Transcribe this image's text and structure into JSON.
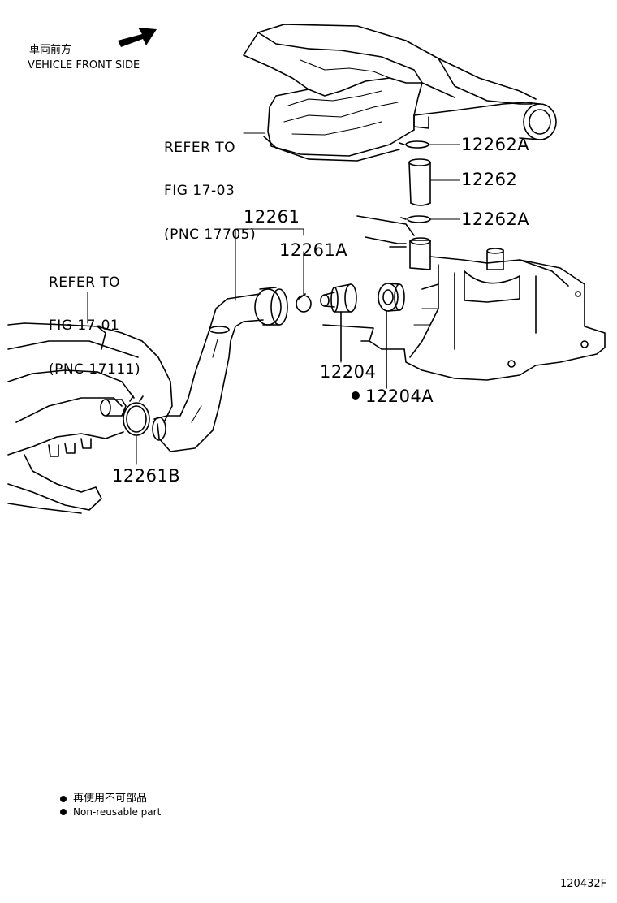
{
  "orientation": {
    "label_jp": "車両前方",
    "label_en": "VEHICLE FRONT SIDE",
    "icon": "front-direction-arrow-icon"
  },
  "references": [
    {
      "id": "ref-17-03",
      "line1": "REFER TO",
      "line2": "FIG 17-03",
      "line3": "(PNC 17705)"
    },
    {
      "id": "ref-17-01",
      "line1": "REFER TO",
      "line2": "FIG 17-01",
      "line3": "(PNC 17111)"
    }
  ],
  "parts": {
    "p12262A_top": "12262A",
    "p12262": "12262",
    "p12262A_bottom": "12262A",
    "p12261": "12261",
    "p12261A": "12261A",
    "p12204": "12204",
    "p12204A": "12204A",
    "p12261B": "12261B"
  },
  "legend": {
    "jp": "再使用不可部品",
    "en": "Non-reusable part",
    "marker": "black-dot-icon"
  },
  "figure_code": "120432F"
}
